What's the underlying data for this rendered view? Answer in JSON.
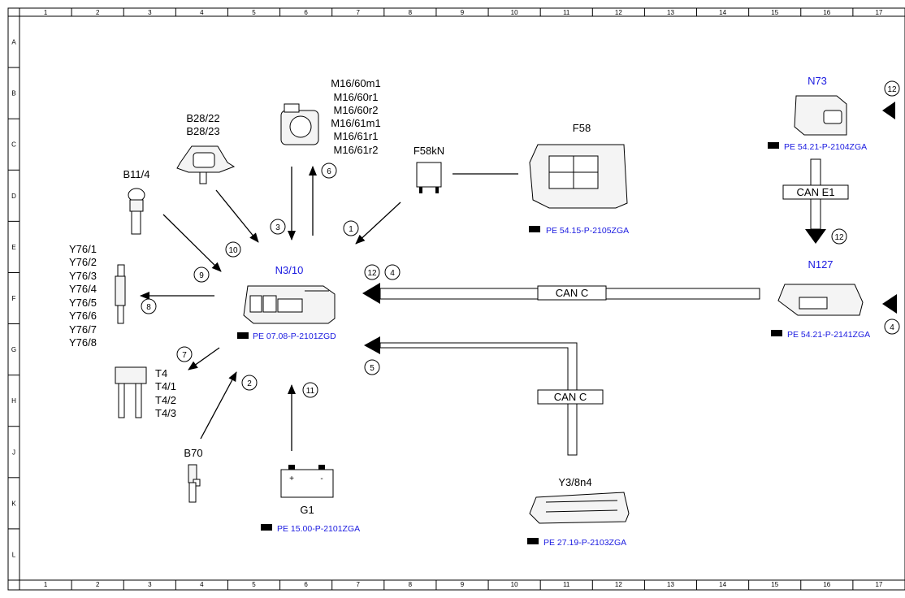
{
  "grid": {
    "columns": [
      "1",
      "2",
      "3",
      "4",
      "5",
      "6",
      "7",
      "8",
      "9",
      "10",
      "11",
      "12",
      "13",
      "14",
      "15",
      "16",
      "17"
    ],
    "rows": [
      "A",
      "B",
      "C",
      "D",
      "E",
      "F",
      "G",
      "H",
      "J",
      "K",
      "L"
    ]
  },
  "components": {
    "n3_10": {
      "label": "N3/10",
      "ref": "PE 07.08-P-2101ZGD"
    },
    "f58": {
      "label": "F58",
      "ref": "PE 54.15-P-2105ZGA"
    },
    "f58kn": {
      "label": "F58kN"
    },
    "n73": {
      "label": "N73",
      "ref": "PE 54.21-P-2104ZGA"
    },
    "n127": {
      "label": "N127",
      "ref": "PE 54.21-P-2141ZGA"
    },
    "g1": {
      "label": "G1",
      "ref": "PE 15.00-P-2101ZGA"
    },
    "y3_8n4": {
      "label": "Y3/8n4",
      "ref": "PE 27.19-P-2103ZGA"
    },
    "b11_4": {
      "label": "B11/4"
    },
    "b70": {
      "label": "B70"
    },
    "b28": {
      "labels": [
        "B28/22",
        "B28/23"
      ]
    },
    "m16": {
      "labels": [
        "M16/60m1",
        "M16/60r1",
        "M16/60r2",
        "M16/61m1",
        "M16/61r1",
        "M16/61r2"
      ]
    },
    "y76": {
      "labels": [
        "Y76/1",
        "Y76/2",
        "Y76/3",
        "Y76/4",
        "Y76/5",
        "Y76/6",
        "Y76/7",
        "Y76/8"
      ]
    },
    "t4": {
      "labels": [
        "T4",
        "T4/1",
        "T4/2",
        "T4/3"
      ]
    }
  },
  "buses": {
    "can_c_1": "CAN C",
    "can_c_2": "CAN C",
    "can_e1": "CAN E1"
  },
  "markers": {
    "m1": "1",
    "m2": "2",
    "m3": "3",
    "m4": "4",
    "m5": "5",
    "m6": "6",
    "m7": "7",
    "m8": "8",
    "m9": "9",
    "m10": "10",
    "m11": "11",
    "m12a": "12",
    "m12b": "12",
    "m12c": "12",
    "m4b": "4"
  },
  "battery": {
    "plus": "+",
    "minus": "-"
  }
}
